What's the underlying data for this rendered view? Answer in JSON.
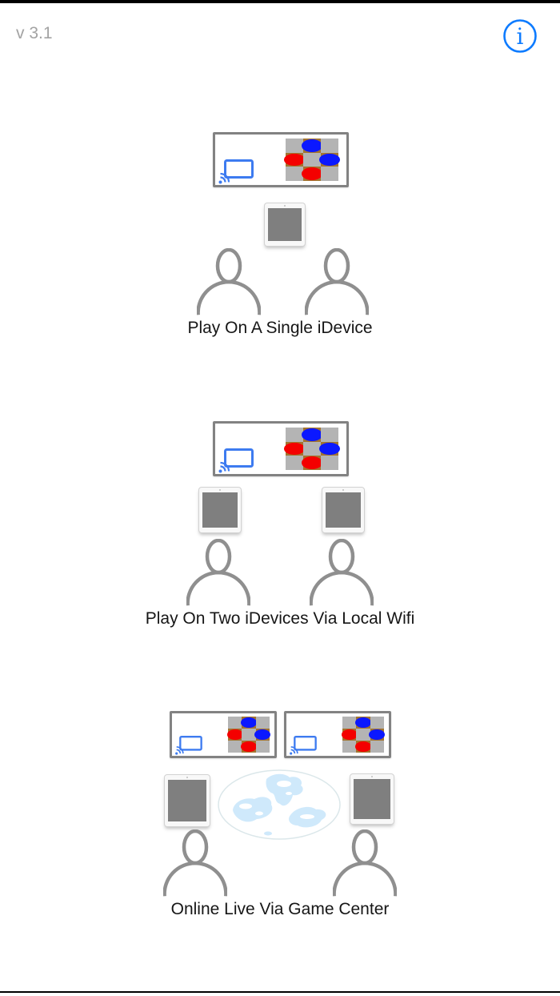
{
  "app": {
    "version_label": "v 3.1"
  },
  "colors": {
    "accent_blue": "#0d7bff",
    "airplay_blue": "#3d7bf0",
    "tv_border": "#828282",
    "person_gray": "#8f8f8f",
    "screen_gray": "#7f7f7f",
    "board_light": "#b4b4b4",
    "board_dark": "#a3742f",
    "piece_red": "#f40000",
    "piece_blue": "#0b18ff",
    "globe_land": "#cfe9fb",
    "globe_outline": "#dbe7ea"
  },
  "board": {
    "rows": 3,
    "cols": 3,
    "cells": [
      {
        "square": "light",
        "piece": null
      },
      {
        "square": "dark",
        "piece": "blue"
      },
      {
        "square": "light",
        "piece": null
      },
      {
        "square": "dark",
        "piece": "red"
      },
      {
        "square": "light",
        "piece": null
      },
      {
        "square": "dark",
        "piece": "blue"
      },
      {
        "square": "light",
        "piece": null
      },
      {
        "square": "dark",
        "piece": "red"
      },
      {
        "square": "light",
        "piece": null
      }
    ]
  },
  "sections": [
    {
      "caption": "Play On A Single iDevice"
    },
    {
      "caption": "Play On Two iDevices Via Local Wifi"
    },
    {
      "caption": "Online Live Via Game Center"
    }
  ]
}
